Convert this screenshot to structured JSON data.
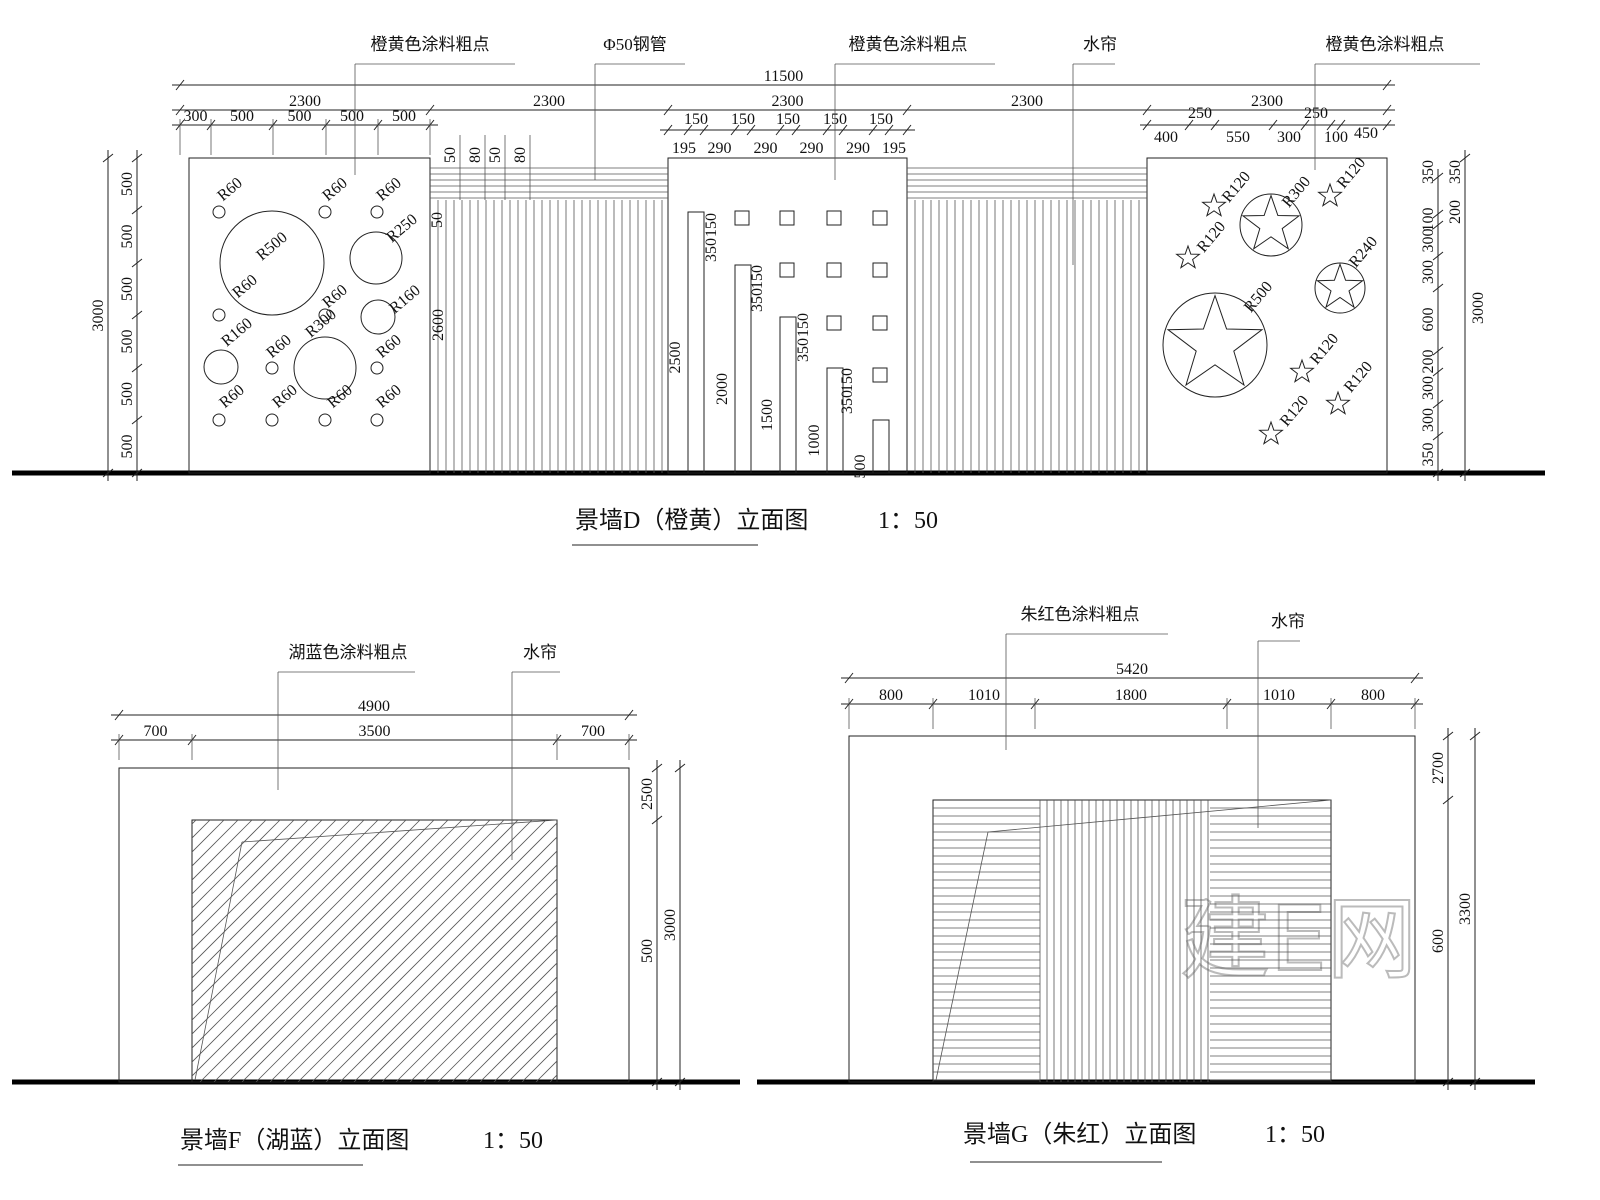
{
  "watermark": "建E网",
  "drawing_d": {
    "title": "景墙D（橙黄）立面图",
    "scale": "1：50",
    "callouts": [
      "橙黄色涂料粗点",
      "Φ50钢管",
      "橙黄色涂料粗点",
      "水帘",
      "橙黄色涂料粗点"
    ],
    "overall": "11500",
    "segments": [
      "2300",
      "2300",
      "2300",
      "2300",
      "2300"
    ],
    "left_panel_dims": [
      "300",
      "500",
      "500",
      "500",
      "500"
    ],
    "pipe_dims": [
      "50",
      "80",
      "50",
      "80",
      "50"
    ],
    "mid_upper": [
      "150",
      "150",
      "150",
      "150",
      "150"
    ],
    "mid_lower": [
      "195",
      "290",
      "290",
      "290",
      "290",
      "195"
    ],
    "right_upper": [
      "250",
      "250"
    ],
    "right_lower": [
      "400",
      "550",
      "300",
      "100",
      "450"
    ],
    "left_vertical": [
      "500",
      "500",
      "500",
      "500",
      "500",
      "500"
    ],
    "left_total": "3000",
    "pipe_height": "2600",
    "bar_heights": [
      "2500",
      "2000",
      "1500",
      "1000",
      "500"
    ],
    "bar_gaps": [
      "150",
      "350",
      "150",
      "350",
      "150",
      "350",
      "150",
      "350"
    ],
    "right_vertical_inner": [
      "100",
      "300",
      "300",
      "600",
      "200",
      "300",
      "300",
      "350"
    ],
    "right_vertical_outer": [
      "350",
      "200"
    ],
    "right_top": "350",
    "right_total": "3000",
    "circle_labels": [
      "R60",
      "R60",
      "R60",
      "R500",
      "R250",
      "R60",
      "R60",
      "R160",
      "R160",
      "R300",
      "R60",
      "R60",
      "R60",
      "R60",
      "R60",
      "R60"
    ],
    "star_labels": [
      "R120",
      "R300",
      "R120",
      "R120",
      "R240",
      "R500",
      "R120",
      "R120",
      "R120"
    ]
  },
  "drawing_f": {
    "title": "景墙F（湖蓝）立面图",
    "scale": "1：50",
    "callouts": [
      "湖蓝色涂料粗点",
      "水帘"
    ],
    "overall": "4900",
    "segments": [
      "700",
      "3500",
      "700"
    ],
    "vertical": [
      "500",
      "2500"
    ],
    "total": "3000"
  },
  "drawing_g": {
    "title": "景墙G（朱红）立面图",
    "scale": "1：50",
    "callouts": [
      "朱红色涂料粗点",
      "水帘"
    ],
    "overall": "5420",
    "segments": [
      "800",
      "1010",
      "1800",
      "1010",
      "800"
    ],
    "vertical": [
      "600",
      "2700"
    ],
    "total": "3300"
  }
}
